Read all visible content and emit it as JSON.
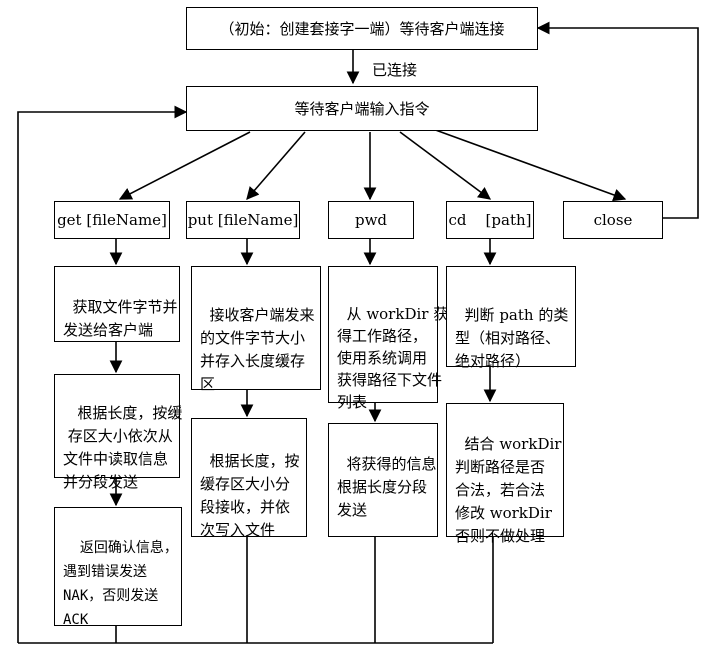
{
  "nodes": {
    "start": "（初始：创建套接字一端）等待客户端连接",
    "wait_cmd": "等待客户端输入指令",
    "cmd_get": "get [fileName]",
    "cmd_put": "put [fileName]",
    "cmd_pwd": "pwd",
    "cmd_cd": "cd    [path]",
    "cmd_close": "close",
    "get_step1": "获取文件字节并\n发送给客户端",
    "get_step2": " 根据长度，按缓\n 存区大小依次从\n文件中读取信息\n并分段发送",
    "get_step3": "返回确认信息，\n遇到错误发送\nNAK，否则发送\nACK",
    "put_step1": "接收客户端发来\n的文件字节大小\n并存入长度缓存\n区",
    "put_step2": "根据长度，按\n缓存区大小分\n段接收，并依\n次写入文件",
    "pwd_step1": "从 workDir 获\n得工作路径，\n使用系统调用\n获得路径下文件\n列表",
    "pwd_step2": "将获得的信息\n根据长度分段\n发送",
    "cd_step1": "判断 path 的类\n型（相对路径、\n绝对路径）",
    "cd_step2": "结合 workDir\n判断路径是否\n合法，若合法\n修改 workDir\n否则不做处理"
  },
  "edges": {
    "connected_label": "已连接"
  }
}
